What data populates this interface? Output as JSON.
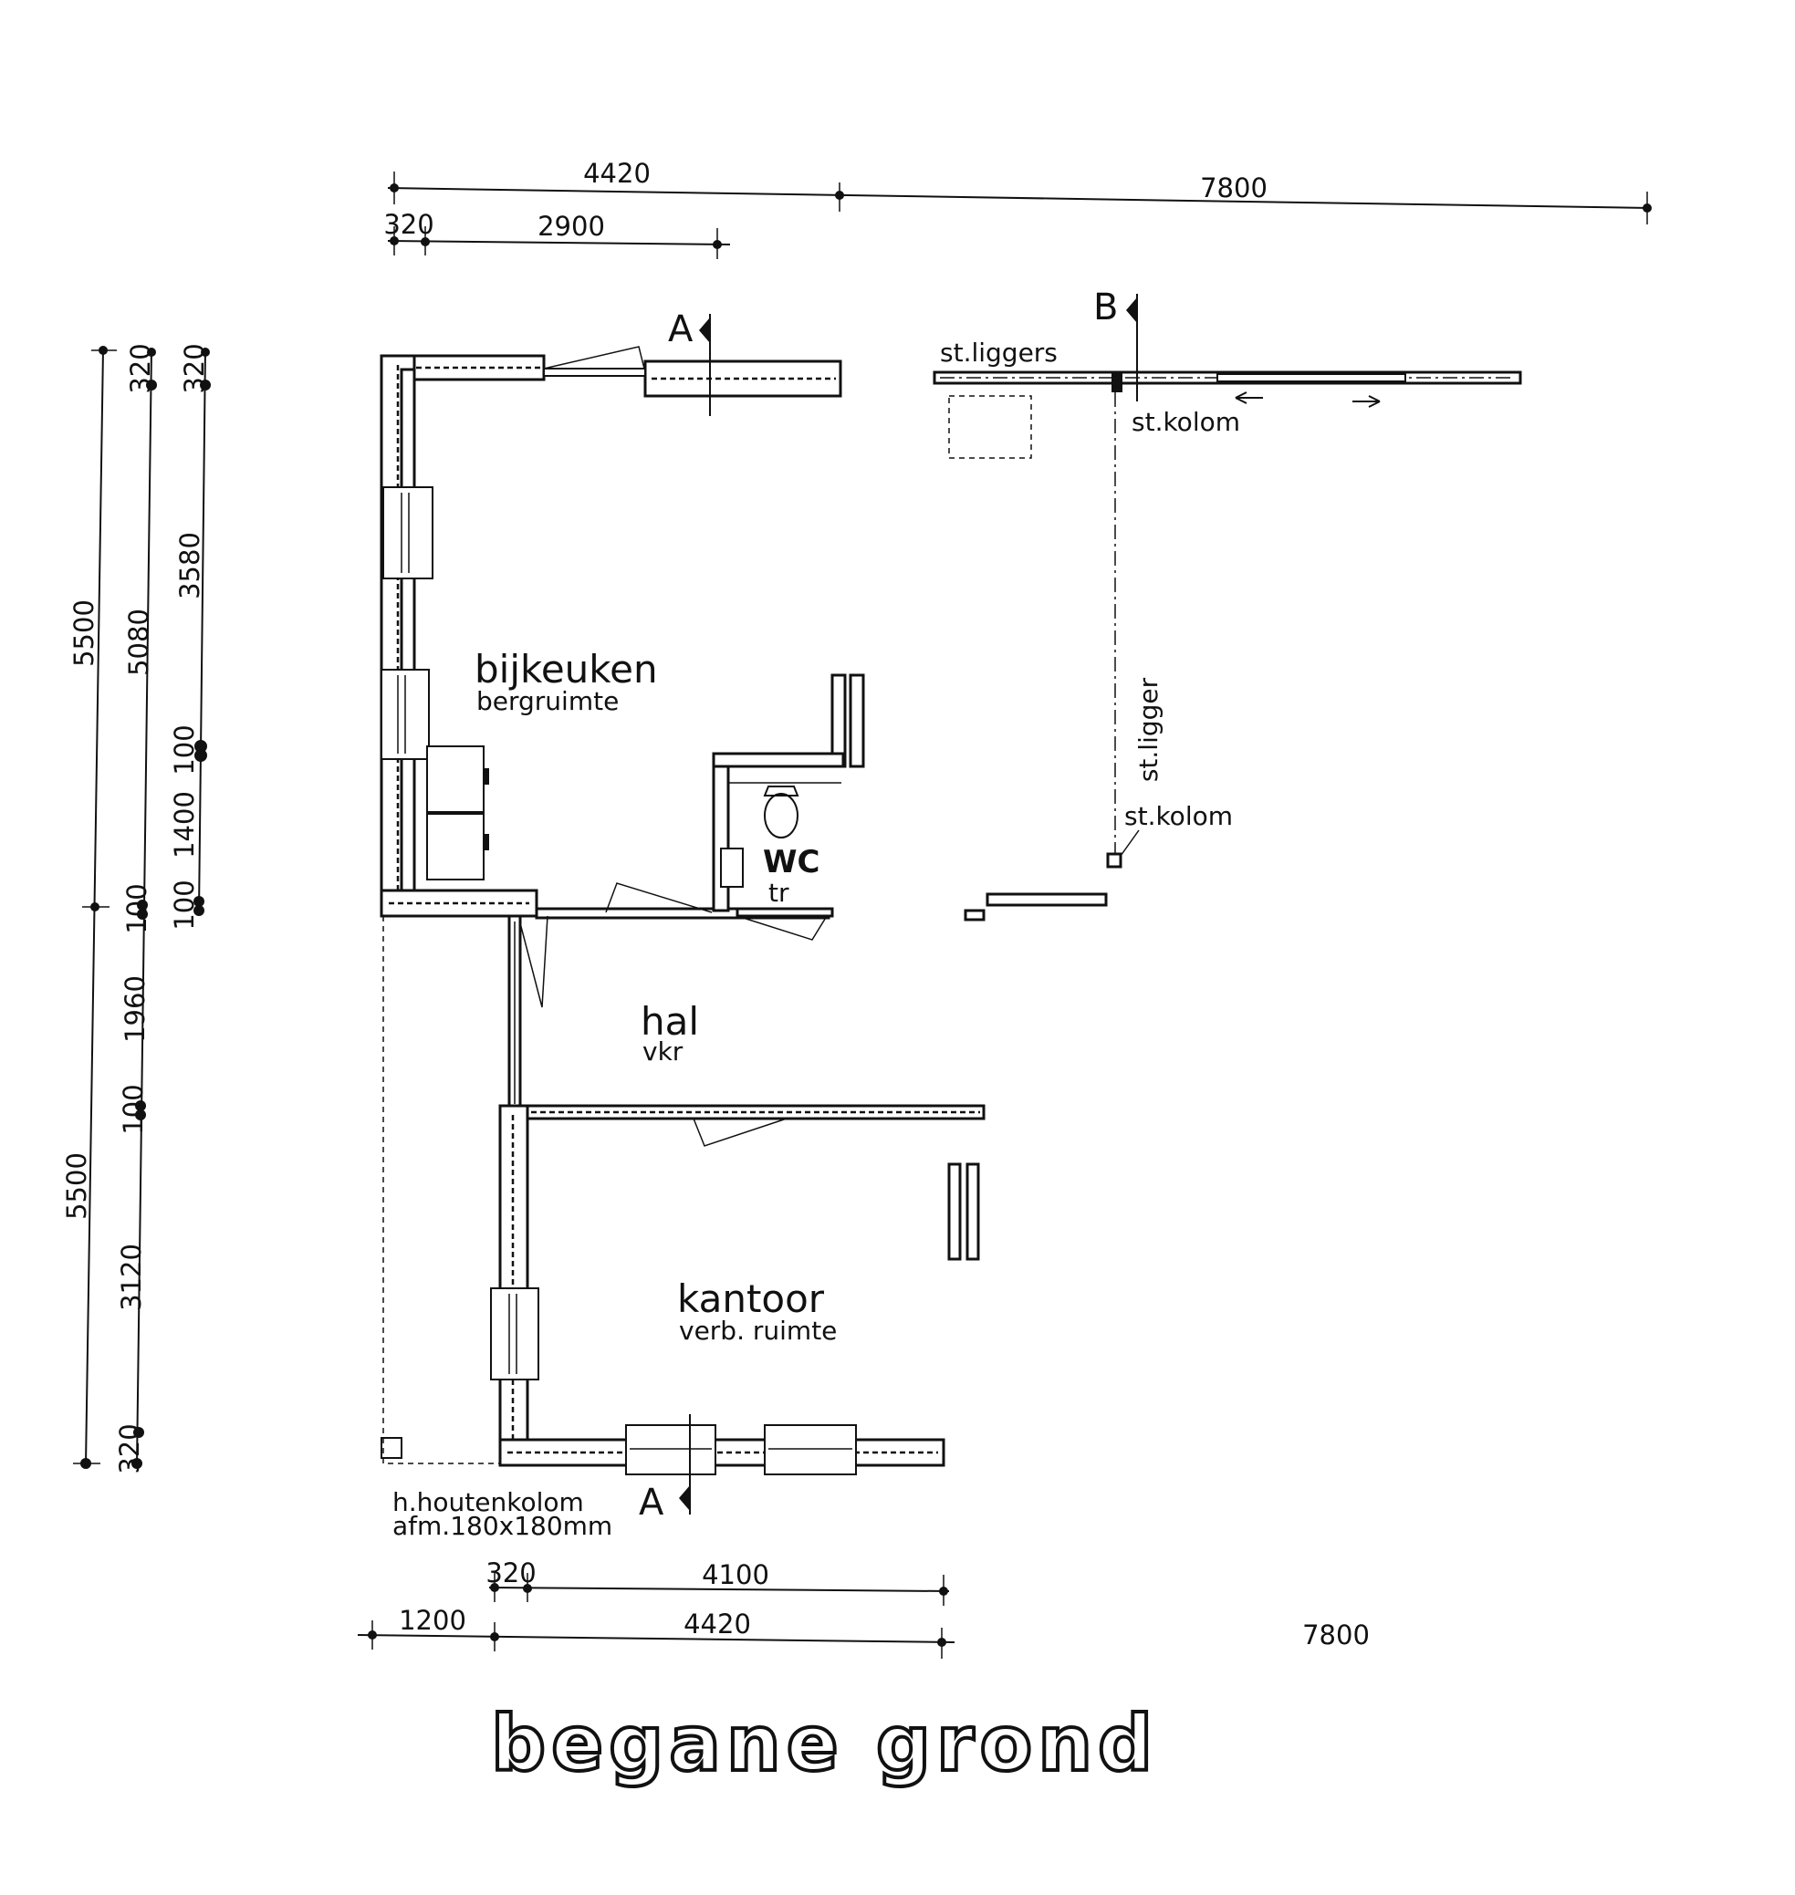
{
  "drawing": {
    "title": "begane grond",
    "dimensions": {
      "top_overall_left": "4420",
      "top_overall_right": "7800",
      "top_sub_wall": "320",
      "top_sub_span": "2900",
      "left_outer_upper": "5500",
      "left_outer_lower": "5500",
      "left_mid_top_wall": "320",
      "left_mid_upper": "5080",
      "left_mid_joint": "100",
      "left_mid_hall": "1960",
      "left_mid_joint2": "100",
      "left_mid_lower": "3120",
      "left_mid_bottom_wall": "320",
      "left_inner_top_wall": "320",
      "left_inner_upper": "3580",
      "left_inner_joint": "100",
      "left_inner_window": "1400",
      "left_inner_joint2": "100",
      "bottom_sub_wall": "320",
      "bottom_sub_span": "4100",
      "bottom_overall_left": "1200",
      "bottom_overall_mid": "4420",
      "bottom_overall_right": "7800"
    },
    "rooms": [
      {
        "name": "bijkeuken",
        "function": "bergruimte"
      },
      {
        "name": "hal",
        "function": "vkr"
      },
      {
        "name": "kantoor",
        "function": "verb. ruimte"
      },
      {
        "name": "WC",
        "function": "tr"
      }
    ],
    "annotations": {
      "steel_beams": "st.liggers",
      "steel_column_top": "st.kolom",
      "steel_beam_vertical": "st.ligger",
      "steel_column_mid": "st.kolom",
      "timber_column_line1": "h.houtenkolom",
      "timber_column_line2": "afm.180x180mm"
    },
    "section_markers": {
      "top_a": "A",
      "top_b": "B",
      "bottom_a": "A"
    }
  }
}
